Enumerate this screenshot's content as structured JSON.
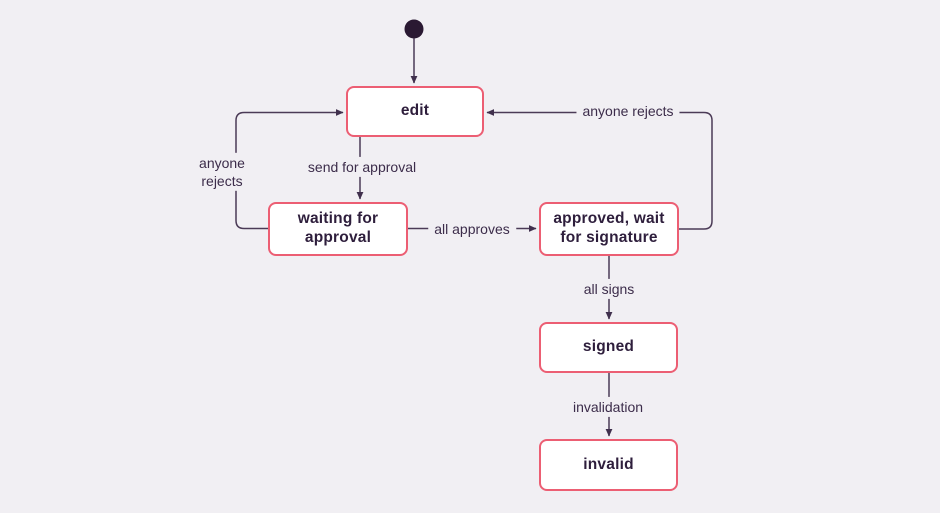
{
  "diagram": {
    "type": "state-diagram",
    "background_color": "#f1eff3",
    "colors": {
      "state_fill": "#ffffff",
      "state_border": "#ec5e73",
      "state_text": "#2e1e3c",
      "edge_line": "#4b3a56",
      "edge_label_text": "#3c2c4a",
      "initial_dot": "#2a1932"
    },
    "states": [
      {
        "id": "edit",
        "label": "edit"
      },
      {
        "id": "waiting",
        "label": "waiting for approval"
      },
      {
        "id": "approved",
        "label": "approved, wait for signature"
      },
      {
        "id": "signed",
        "label": "signed"
      },
      {
        "id": "invalid",
        "label": "invalid"
      }
    ],
    "transitions": [
      {
        "from": "initial",
        "to": "edit",
        "label": ""
      },
      {
        "from": "edit",
        "to": "waiting",
        "label": "send for approval"
      },
      {
        "from": "waiting",
        "to": "approved",
        "label": "all approves"
      },
      {
        "from": "waiting",
        "to": "edit",
        "label": "anyone rejects"
      },
      {
        "from": "approved",
        "to": "edit",
        "label": "anyone rejects"
      },
      {
        "from": "approved",
        "to": "signed",
        "label": "all signs"
      },
      {
        "from": "signed",
        "to": "invalid",
        "label": "invalidation"
      }
    ]
  }
}
